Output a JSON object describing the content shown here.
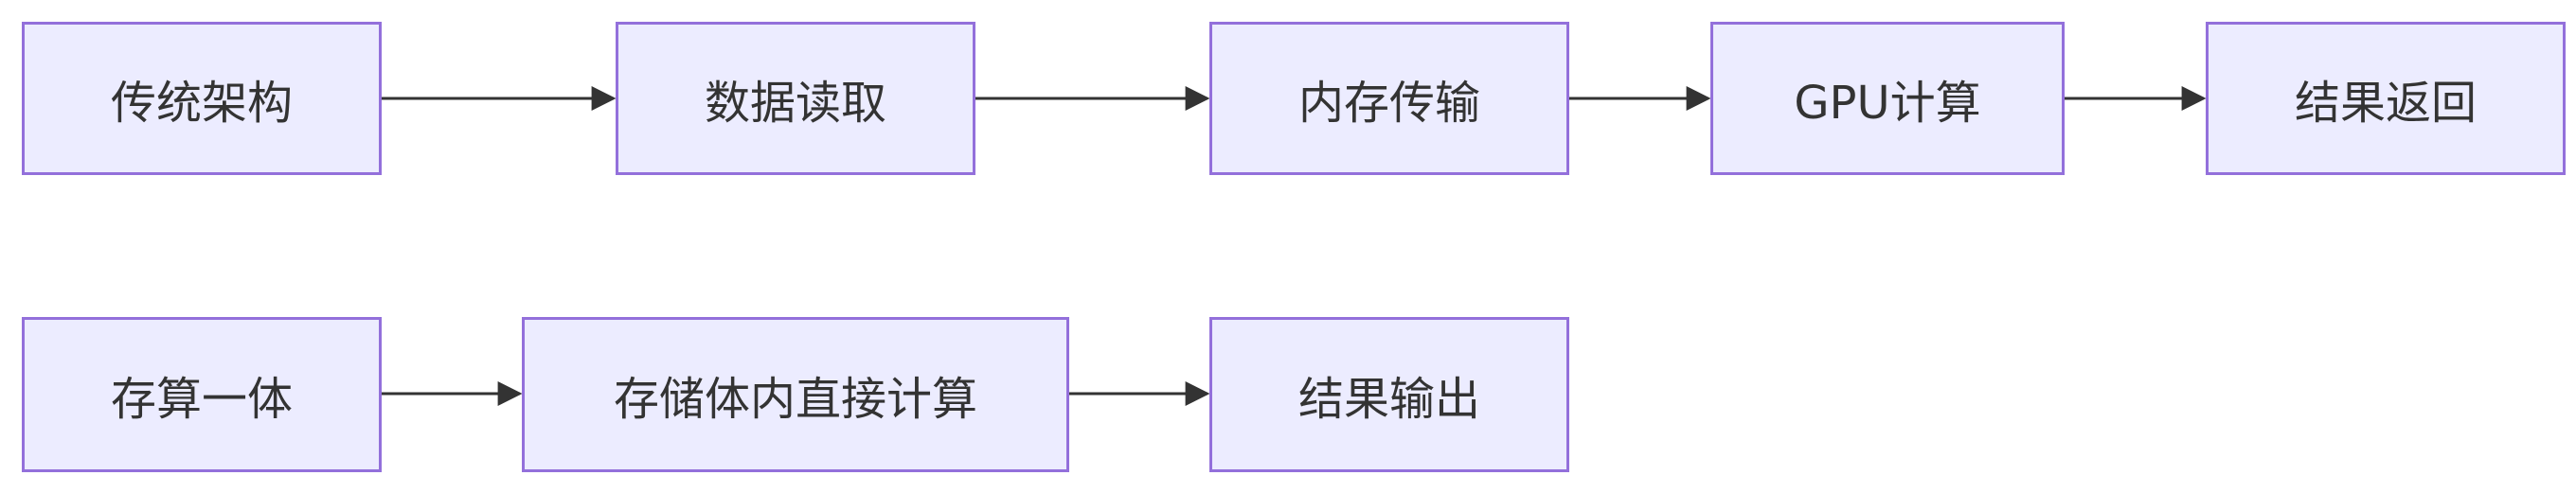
{
  "diagram": {
    "type": "flowchart",
    "direction": "left-to-right",
    "colors": {
      "node_fill": "#ececff",
      "node_border": "#9370db",
      "edge": "#333333",
      "text": "#333333"
    },
    "rows": [
      {
        "nodes": [
          {
            "id": "traditional",
            "label": "传统架构"
          },
          {
            "id": "data-read",
            "label": "数据读取"
          },
          {
            "id": "memory-transfer",
            "label": "内存传输"
          },
          {
            "id": "gpu-compute",
            "label": "GPU计算"
          },
          {
            "id": "result-return",
            "label": "结果返回"
          }
        ],
        "edges": [
          {
            "from": "traditional",
            "to": "data-read"
          },
          {
            "from": "data-read",
            "to": "memory-transfer"
          },
          {
            "from": "memory-transfer",
            "to": "gpu-compute"
          },
          {
            "from": "gpu-compute",
            "to": "result-return"
          }
        ]
      },
      {
        "nodes": [
          {
            "id": "cim",
            "label": "存算一体"
          },
          {
            "id": "in-memory-compute",
            "label": "存储体内直接计算"
          },
          {
            "id": "result-output",
            "label": "结果输出"
          }
        ],
        "edges": [
          {
            "from": "cim",
            "to": "in-memory-compute"
          },
          {
            "from": "in-memory-compute",
            "to": "result-output"
          }
        ]
      }
    ]
  }
}
